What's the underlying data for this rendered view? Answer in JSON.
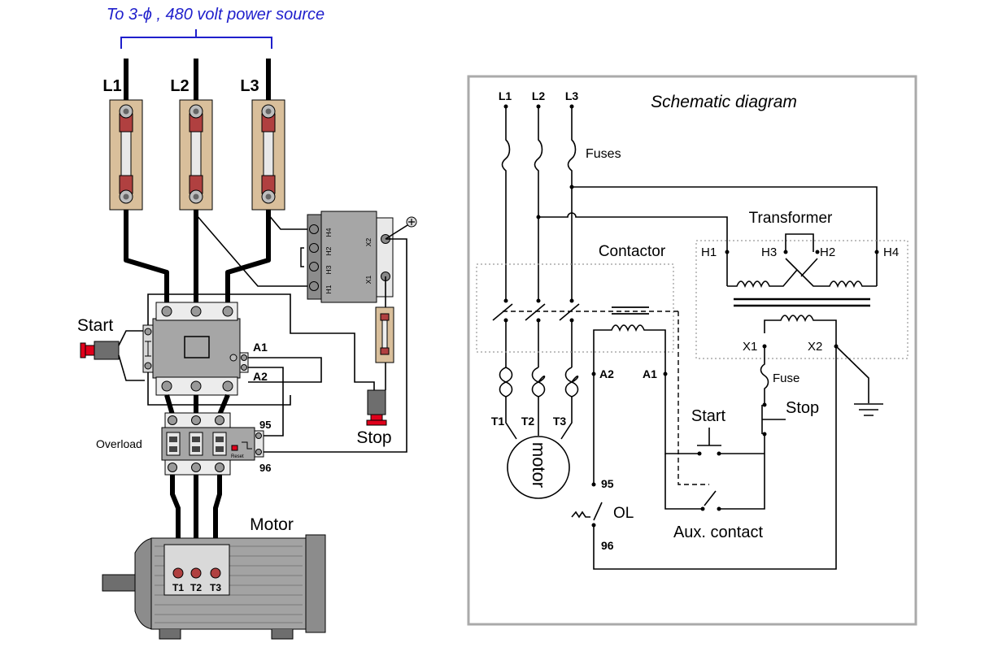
{
  "wiring": {
    "source_label": "To 3-ϕ , 480 volt power source",
    "lines": [
      "L1",
      "L2",
      "L3"
    ],
    "start_label": "Start",
    "stop_label": "Stop",
    "a1_label": "A1",
    "a2_label": "A2",
    "overload_label": "Overload",
    "ol_95": "95",
    "ol_96": "96",
    "reset_label": "Reset",
    "motor_label": "Motor",
    "motor_terminals": [
      "T1",
      "T2",
      "T3"
    ],
    "transformer_terminals": [
      "H4",
      "H2",
      "H3",
      "H1"
    ],
    "transformer_secondary": [
      "X2",
      "X1"
    ]
  },
  "schematic": {
    "title": "Schematic diagram",
    "lines": [
      "L1",
      "L2",
      "L3"
    ],
    "fuses_label": "Fuses",
    "transformer_label": "Transformer",
    "contactor_label": "Contactor",
    "h1": "H1",
    "h3": "H3",
    "h2": "H2",
    "h4": "H4",
    "x1": "X1",
    "x2": "X2",
    "fuse_label": "Fuse",
    "stop_label": "Stop",
    "start_label": "Start",
    "a1": "A1",
    "a2": "A2",
    "terminals": [
      "T1",
      "T2",
      "T3"
    ],
    "motor_label": "motor",
    "ol_95": "95",
    "ol_label": "OL",
    "ol_96": "96",
    "aux_label": "Aux. contact"
  },
  "colors": {
    "source_text": "#1f1fcc",
    "fuse_board": "#d9bf9b",
    "device_gray": "#a6a6a6",
    "device_dark": "#6e6e6e",
    "button_red": "#e0001b",
    "copper": "#b04040"
  }
}
